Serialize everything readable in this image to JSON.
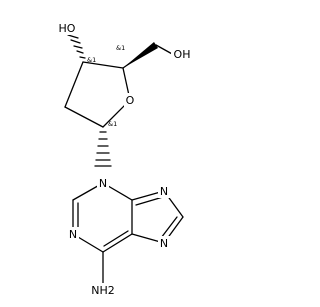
{
  "molecule": {
    "atoms": {
      "o_hydroxyl_3": "HO",
      "o_hydroxyl_5": "OH",
      "o_ring": "O",
      "n_9": "N",
      "n_1": "N",
      "n_3": "N",
      "n_7": "N",
      "nh2": "NH2"
    },
    "stereo_labels": {
      "c3": "&1",
      "c4": "&1",
      "c1": "&1"
    }
  }
}
